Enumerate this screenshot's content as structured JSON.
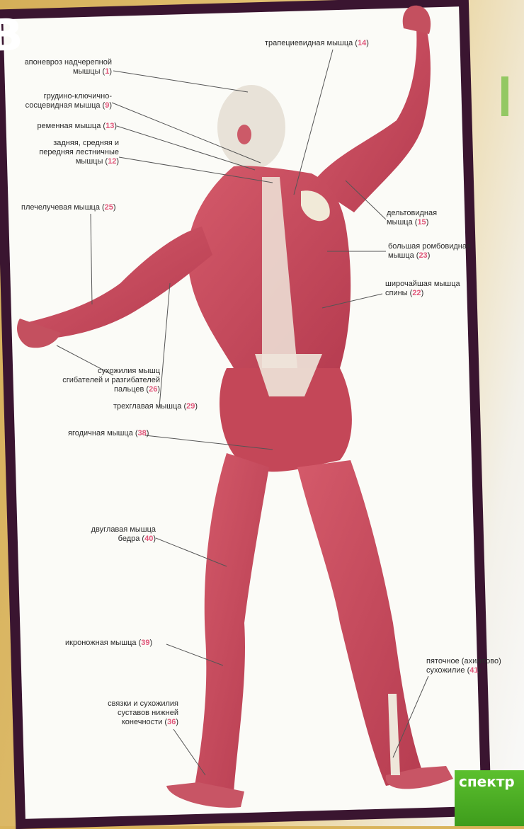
{
  "page_letter": "В",
  "labels": {
    "aponeurosis": {
      "text": "апоневроз надчерепной\nмышцы (",
      "num": "1"
    },
    "sternocleido": {
      "text": "грудино-ключично-\nсосцевидная мышца (",
      "num": "9"
    },
    "splenius": {
      "text": "ременная мышца (",
      "num": "13"
    },
    "scalene": {
      "text": "задняя, средняя и\nпередняя лестничные\nмышцы (",
      "num": "12"
    },
    "brachioradialis": {
      "text": "плечелучевая мышца (",
      "num": "25"
    },
    "finger_tendons": {
      "text": "сухожилия мышц\nсгибателей и разгибателей\nпальцев (",
      "num": "26"
    },
    "triceps": {
      "text": "трехглавая мышца (",
      "num": "29"
    },
    "gluteus": {
      "text": "ягодичная мышца (",
      "num": "38"
    },
    "biceps_femoris": {
      "text": "двуглавая мышца\nбедра (",
      "num": "40"
    },
    "gastrocnemius": {
      "text": "икроножная мышца (",
      "num": "39"
    },
    "leg_ligaments": {
      "text": "связки и сухожилия\nсуставов нижней\nконечности (",
      "num": "36"
    },
    "trapezius": {
      "text": "трапециевидная мышца (",
      "num": "14"
    },
    "deltoid": {
      "text": "дельтовидная\nмышца (",
      "num": "15"
    },
    "rhomboid": {
      "text": "большая ромбовидная\nмышца (",
      "num": "23"
    },
    "latissimus": {
      "text": "широчайшая мышца\nспины (",
      "num": "22"
    },
    "achilles": {
      "text": "пяточное (ахиллово)\nсухожилие (",
      "num": "41"
    }
  },
  "logo": {
    "text": "спектр"
  },
  "colors": {
    "muscle": "#c8485a",
    "tendon": "#ece4d8",
    "frame": "#3a1530",
    "accent": "#e0567a",
    "logo": "#4caf26"
  }
}
